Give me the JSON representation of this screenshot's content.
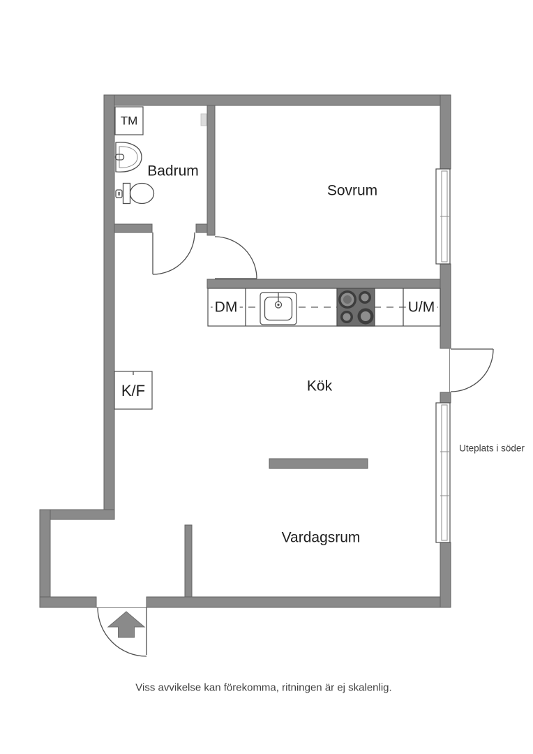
{
  "meta": {
    "disclaimer": "Viss avvikelse kan förekomma, ritningen är ej skalenlig."
  },
  "floorplan": {
    "rooms": [
      {
        "id": "badrum",
        "label": "Badrum"
      },
      {
        "id": "sovrum",
        "label": "Sovrum"
      },
      {
        "id": "kok",
        "label": "Kök"
      },
      {
        "id": "vardagsrum",
        "label": "Vardagsrum"
      }
    ],
    "appliances": {
      "washing_machine": "TM",
      "dishwasher": "DM",
      "oven_micro": "U/M",
      "fridge_freezer": "K/F"
    },
    "outdoor": {
      "label": "Uteplats i söder"
    },
    "colors": {
      "wall": "#8a8a8a",
      "wall_edge": "#636363",
      "line": "#4f4f4f",
      "line_light": "#9a9a9a",
      "stove_block": "#6d6d6d",
      "burner_dark": "#3d3d3d",
      "burner_mid": "#8d8d8d",
      "text": "#1f1f1f",
      "text_muted": "#3f3f3f"
    }
  }
}
